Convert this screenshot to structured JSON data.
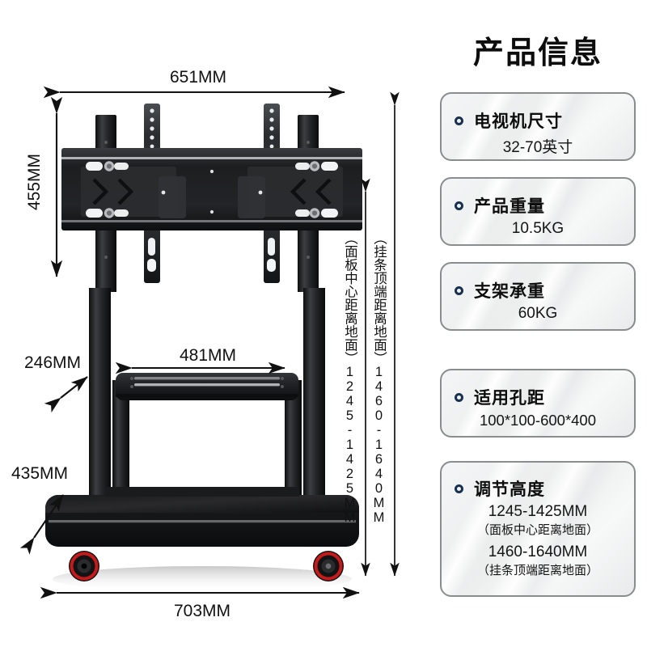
{
  "panel": {
    "title": "产品信息",
    "cards": [
      {
        "title": "电视机尺寸",
        "value": "32-70英寸"
      },
      {
        "title": "产品重量",
        "value": "10.5KG"
      },
      {
        "title": "支架承重",
        "value": "60KG"
      },
      {
        "title": "适用孔距",
        "value": "100*100-600*400"
      },
      {
        "title": "调节高度",
        "value": "1245-1425MM",
        "sub": "（面板中心距离地面）",
        "value2": "1460-1640MM",
        "sub2": "（挂条顶端距离地面）"
      }
    ]
  },
  "diagram": {
    "dimensions": {
      "top_width": "651MM",
      "bracket_height": "455MM",
      "shelf_width": "481MM",
      "column_depth": "246MM",
      "base_height": "435MM",
      "base_width": "703MM"
    },
    "vertical_labels": {
      "panel_center": "（面板中心距离地面）1245-1425MM",
      "hanger_top": "（挂条顶端距离地面）1460-1640MM"
    }
  },
  "colors": {
    "bullet": "#17314f",
    "card_border": "#8a8d8e",
    "caster_accent": "#c61a1a",
    "metal_dark": "#1b1c1e",
    "line": "#111111"
  },
  "chart_data": {
    "type": "table",
    "title": "产品信息",
    "categories": [
      "电视机尺寸",
      "产品重量",
      "支架承重",
      "适用孔距",
      "调节高度"
    ],
    "values": [
      "32-70英寸",
      "10.5KG",
      "60KG",
      "100*100-600*400",
      "1245-1425MM / 1460-1640MM"
    ],
    "dimension_labels": [
      "651MM",
      "455MM",
      "481MM",
      "246MM",
      "435MM",
      "703MM"
    ],
    "dimension_values": [
      651,
      455,
      481,
      246,
      435,
      703
    ],
    "xlabel": "",
    "ylabel": "毫米 (MM)"
  }
}
